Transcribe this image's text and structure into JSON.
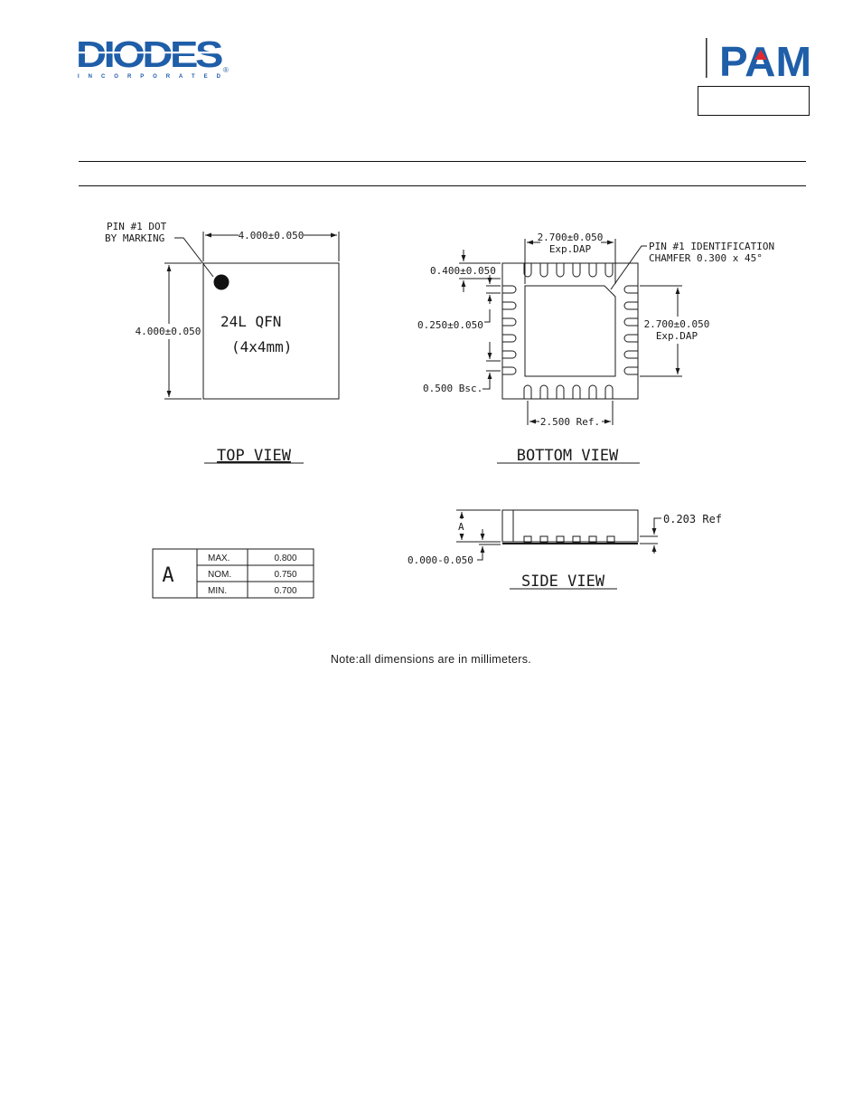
{
  "header": {
    "left_logo": {
      "text": "DIODES",
      "subtitle": "I N C O R P O R A T E D",
      "mark": "®",
      "color": "#1f5ea8"
    },
    "right_logo": {
      "text": "PAM",
      "color": "#1f5ea8",
      "accent": "#e0292f"
    },
    "box_text": ""
  },
  "top_view": {
    "pin1_label_line1": "PIN #1 DOT",
    "pin1_label_line2": "BY MARKING",
    "width_dim": "4.000±0.050",
    "height_dim": "4.000±0.050",
    "marking_line1": "24L QFN",
    "marking_line2": "(4x4mm)",
    "title": "TOP VIEW"
  },
  "bottom_view": {
    "dap_top_dim_line1": "2.700±0.050",
    "dap_top_dim_line2": "Exp.DAP",
    "pin1_id_line1": "PIN #1 IDENTIFICATION",
    "pin1_id_line2": "CHAMFER 0.300 x 45°",
    "pad_length_dim": "0.400±0.050",
    "pad_width_dim": "0.250±0.050",
    "dap_right_dim_line1": "2.700±0.050",
    "dap_right_dim_line2": "Exp.DAP",
    "pitch_dim": "0.500 Bsc.",
    "span_dim": "2.500 Ref.",
    "title": "BOTTOM VIEW"
  },
  "side_view": {
    "height_label": "A",
    "terminal_dim": "0.203 Ref",
    "standoff_dim": "0.000-0.050",
    "title": "SIDE VIEW"
  },
  "dimension_table": {
    "symbol": "A",
    "rows": [
      {
        "label": "MAX.",
        "value": "0.800"
      },
      {
        "label": "NOM.",
        "value": "0.750"
      },
      {
        "label": "MIN.",
        "value": "0.700"
      }
    ]
  },
  "note": "Note:all dimensions are in millimeters."
}
